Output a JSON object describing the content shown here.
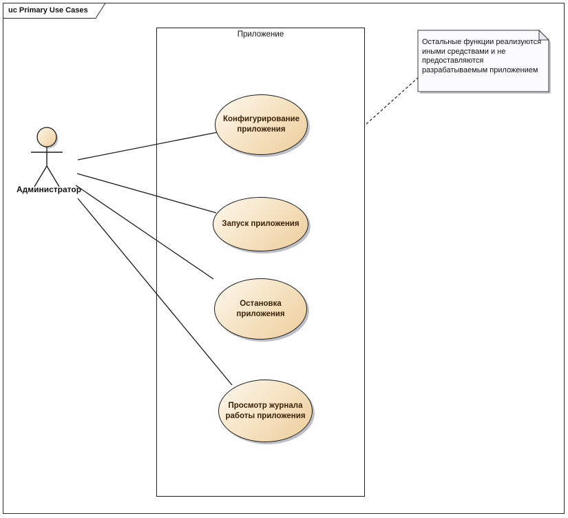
{
  "frame": {
    "label": "uc Primary Use Cases",
    "type": "use-case-diagram-frame"
  },
  "boundary": {
    "label": "Приложение"
  },
  "actor": {
    "label": "Администратор"
  },
  "use_cases": [
    {
      "label": "Конфигурирование приложения"
    },
    {
      "label": "Запуск приложения"
    },
    {
      "label": "Остановка приложения"
    },
    {
      "label": "Просмотр журнала работы приложения"
    }
  ],
  "note": {
    "text": "Остальные функции реализуются иными средствами и не предоставляются разрабатываемым приложением"
  },
  "colors": {
    "ellipse_gradient_start": "#fdf8ef",
    "ellipse_gradient_end": "#edcd9c",
    "shape_stroke": "#1a1a1a",
    "usecase_text": "#3a2208",
    "note_fill": "#fbfaff",
    "shadow": "#868c9a"
  }
}
